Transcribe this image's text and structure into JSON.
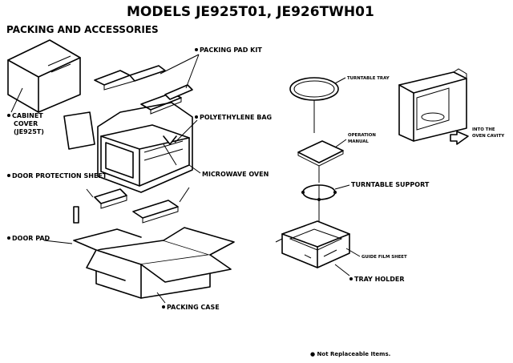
{
  "title": "MODELS JE925T01, JE926TWH01",
  "section": "PACKING AND ACCESSORIES",
  "bullet": "●",
  "labels": {
    "packing_pad_kit": "PACKING PAD KIT",
    "polyethylene_bag": "POLYETHYLENE BAG",
    "microwave_oven": "MICROWAVE OVEN",
    "cabinet_cover_1": "CABINET",
    "cabinet_cover_2": "COVER",
    "cabinet_cover_3": "(JE925T)",
    "door_protection_sheet": "DOOR PROTECTION SHEET",
    "door_pad": "DOOR PAD",
    "packing_case": "PACKING CASE",
    "turntable_tray": "TURNTABLE TRAY",
    "operation_manual_1": "OPERATION",
    "operation_manual_2": "MANUAL",
    "turntable_support": "TURNTABLE SUPPORT",
    "into_oven_cavity_1": "INTO THE",
    "into_oven_cavity_2": "OVEN CAVITY",
    "guide_film_sheet": "GUIDE FILM SHEET",
    "tray_holder": "TRAY HOLDER"
  },
  "footnote": "● Not Replaceable Items."
}
